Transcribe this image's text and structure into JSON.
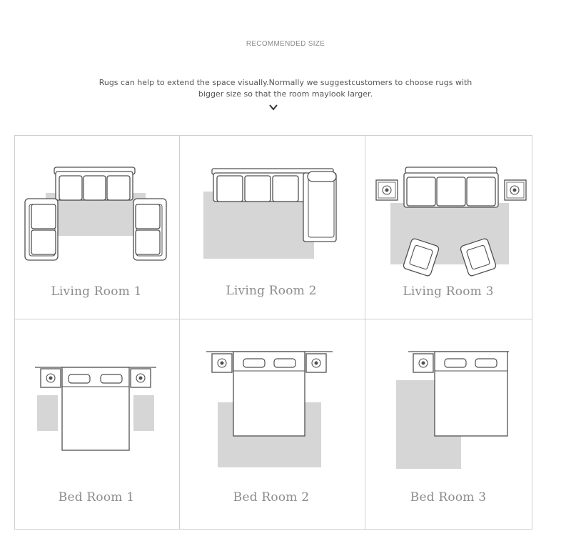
{
  "header": {
    "title": "RECOMMENDED SIZE",
    "intro_line1": "Rugs  can  help  to  extend the space visually.Normally we suggestcustomers to choose rugs with",
    "intro_line2": "bigger size so that the room  maylook larger.",
    "chevron_icon": "chevron-down-icon"
  },
  "colors": {
    "rug": "#d6d6d6",
    "outline": "#505050",
    "label": "#8c8c8c",
    "border": "#cfcfcf"
  },
  "rooms": [
    {
      "label": "Living Room 1"
    },
    {
      "label": "Living Room 2"
    },
    {
      "label": "Living Room 3"
    },
    {
      "label": "Bed Room 1"
    },
    {
      "label": "Bed Room 2"
    },
    {
      "label": "Bed Room 3"
    }
  ]
}
